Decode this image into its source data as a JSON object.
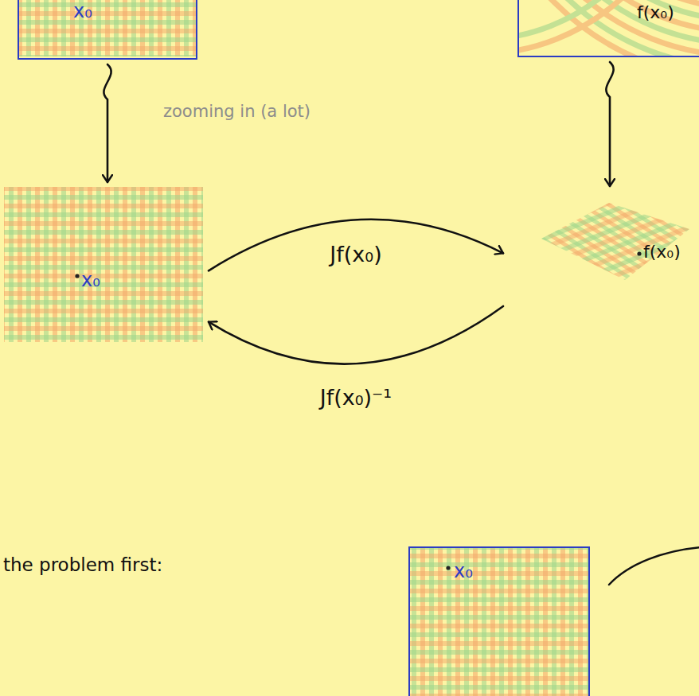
{
  "diagram": {
    "nodes": [
      {
        "text": [
          "x₀"
        ]
      },
      {
        "text": [
          "f(x₀)"
        ]
      },
      {
        "text": [
          "x₀"
        ]
      },
      {
        "text": [
          "f(x₀)"
        ]
      },
      {
        "text": [
          "x₀"
        ]
      }
    ],
    "edges": [
      {
        "from": 0,
        "to": 2,
        "arrow": "to"
      },
      {
        "from": 1,
        "to": 3,
        "arrow": "to"
      },
      {
        "from": 2,
        "to": 3,
        "label": "Jf(x₀)",
        "arrow": "to"
      },
      {
        "from": 3,
        "to": 2,
        "label": "Jf(x₀)⁻¹",
        "arrow": "to"
      }
    ],
    "labels": [
      "zooming in (a lot)",
      "the problem first:"
    ]
  }
}
